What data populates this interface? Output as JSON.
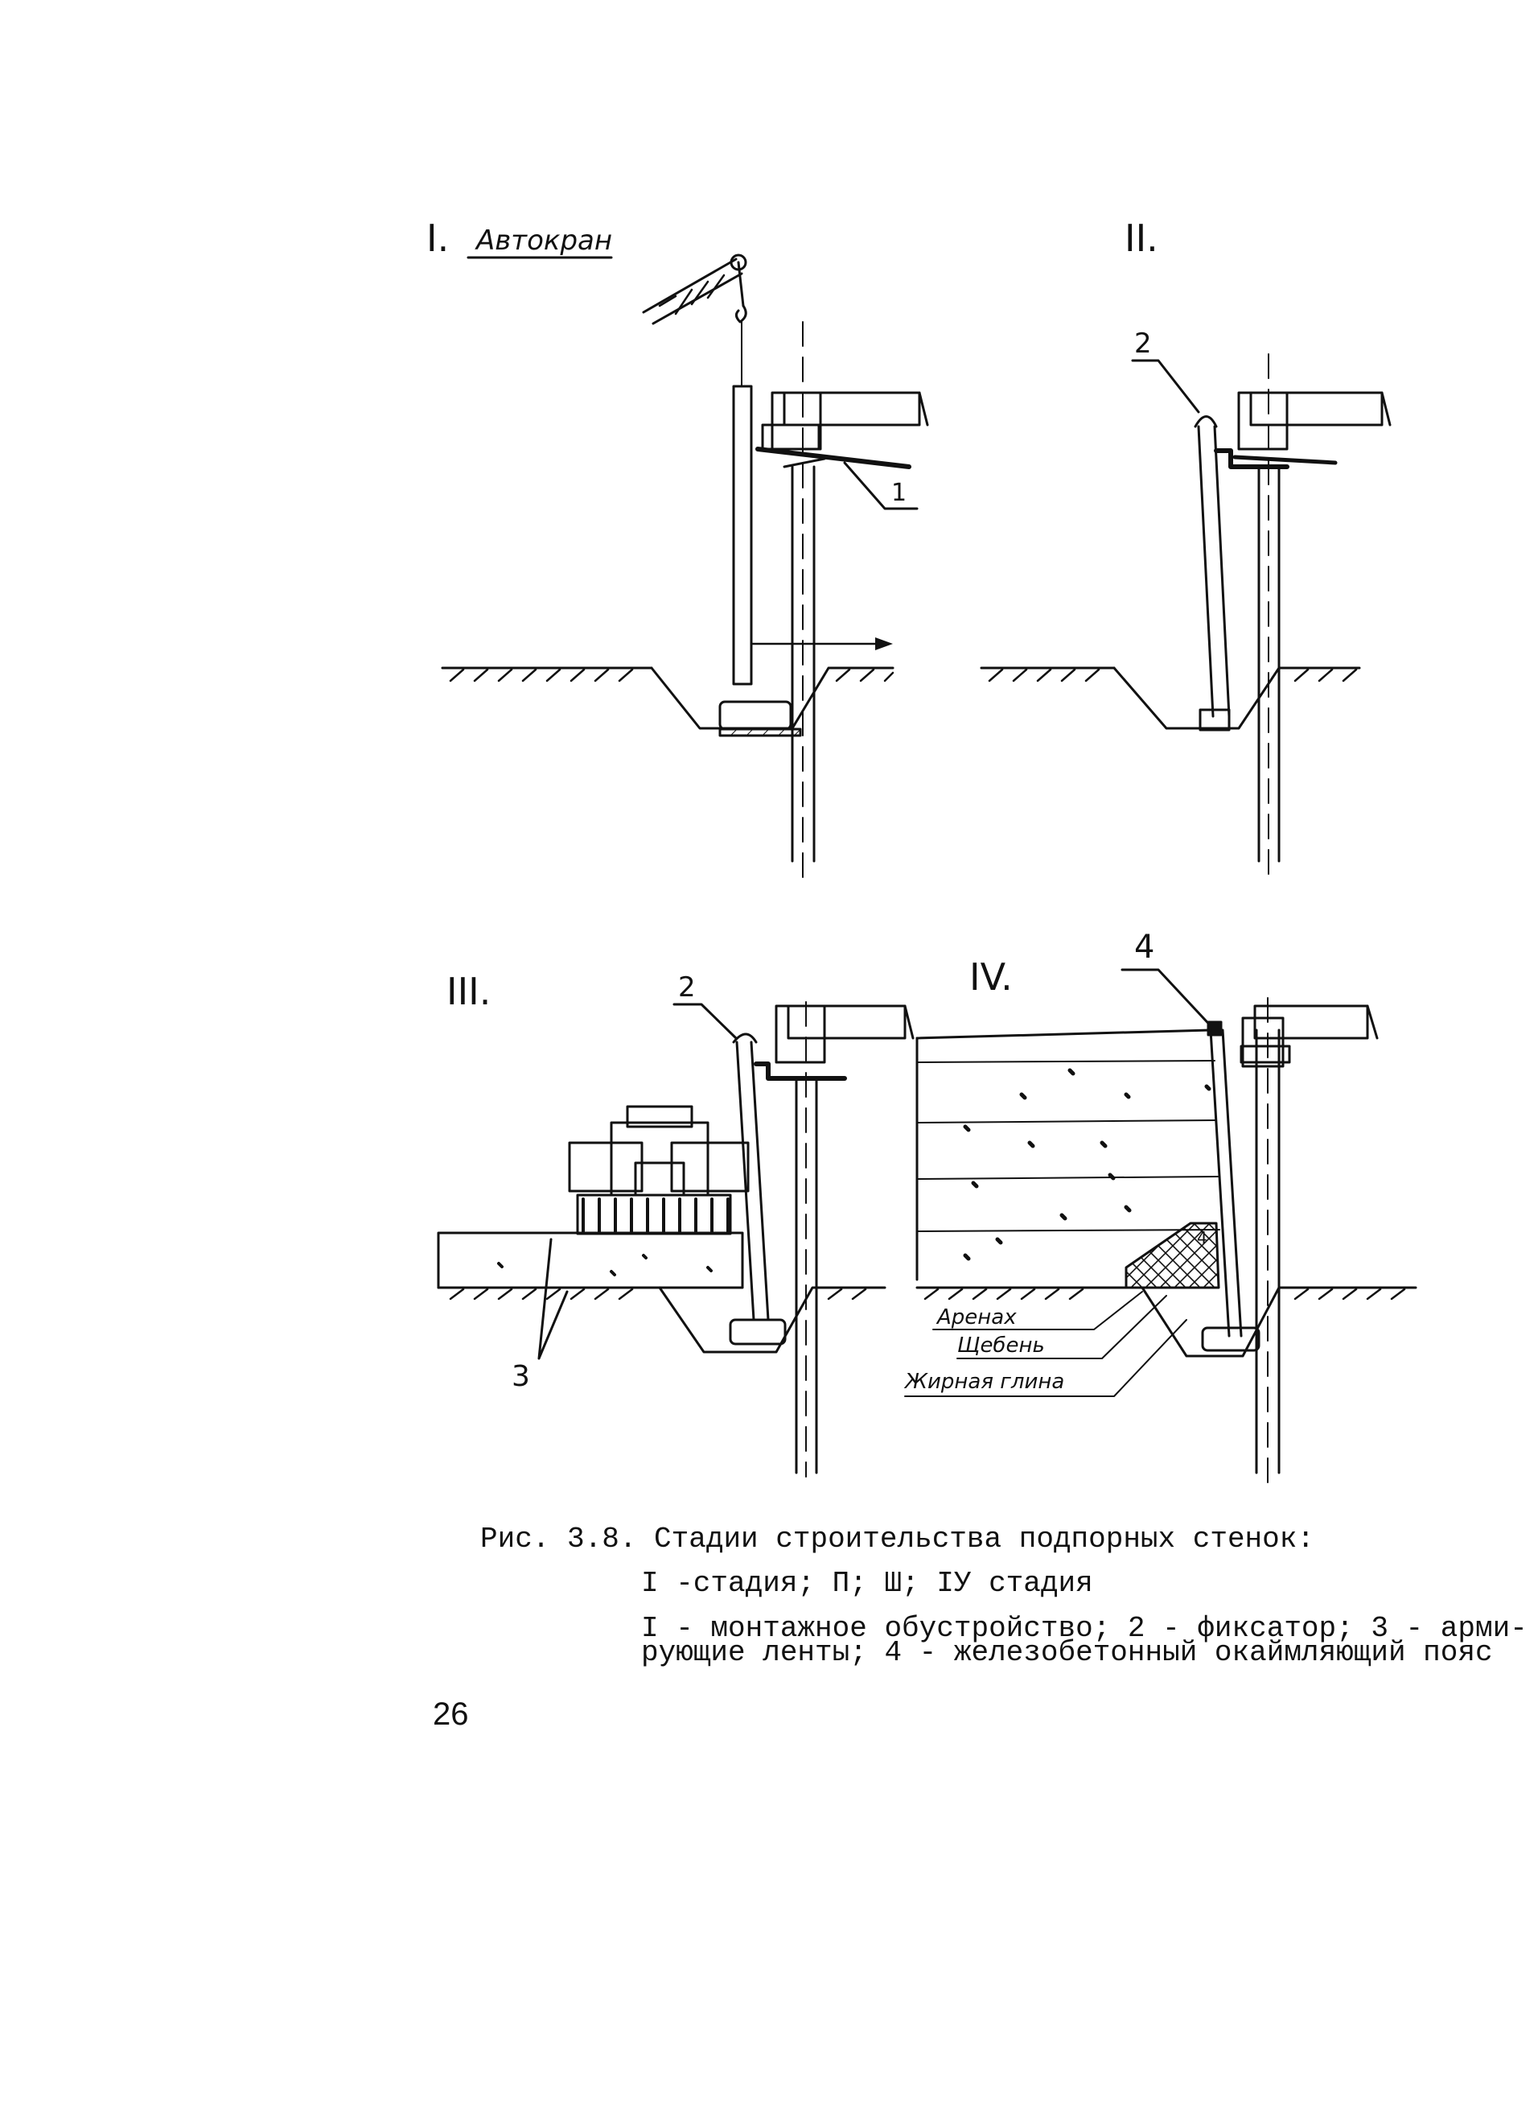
{
  "figure": {
    "stage_labels": [
      "I.",
      "II.",
      "III.",
      "IV."
    ],
    "crane_label": "Автокран",
    "callouts": {
      "n1": "1",
      "n2a": "2",
      "n2b": "2",
      "n3": "3",
      "n4": "4",
      "n4b": "4"
    },
    "fill_labels": [
      "Аренах",
      "Щебень",
      "Жирная глина"
    ]
  },
  "caption": {
    "title": "Рис. 3.8. Стадии строительства подпорных стенок:",
    "line2": "I -стадия; П; Ш; IУ стадия",
    "line3": "I - монтажное обустройство; 2 - фиксатор; 3 - арми-",
    "line4": "рующие ленты; 4 - железобетонный окаймляющий пояс"
  },
  "page_number": "26"
}
